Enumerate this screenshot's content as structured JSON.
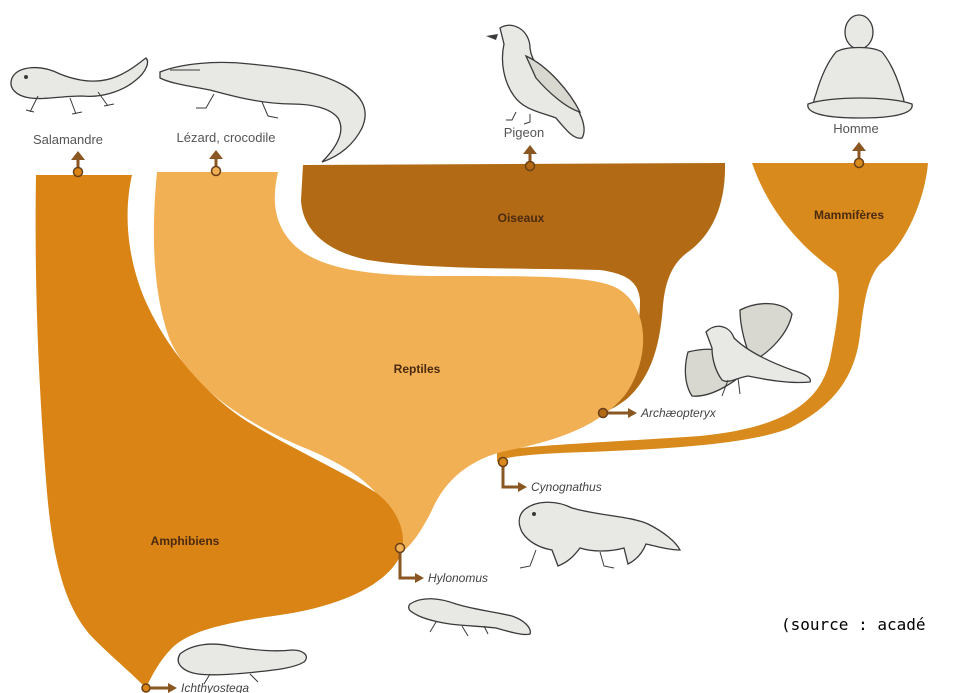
{
  "colors": {
    "amphibiens": "#d98415",
    "reptiles": "#f2b055",
    "oiseaux": "#b26b14",
    "mammiferes": "#d98a1c",
    "arrow": "#8a5622"
  },
  "groups": {
    "amphibiens": "Amphibiens",
    "reptiles": "Reptiles",
    "oiseaux": "Oiseaux",
    "mammiferes": "Mammifères"
  },
  "modern": {
    "salamandre": "Salamandre",
    "lezard": "Lézard, crocodile",
    "pigeon": "Pigeon",
    "homme": "Homme"
  },
  "fossils": {
    "ichthyostega": "Ichthyostega",
    "hylonomus": "Hylonomus",
    "cynognathus": "Cynognathus",
    "archaeopteryx": "Archæopteryx"
  },
  "source": "(source : acadé"
}
